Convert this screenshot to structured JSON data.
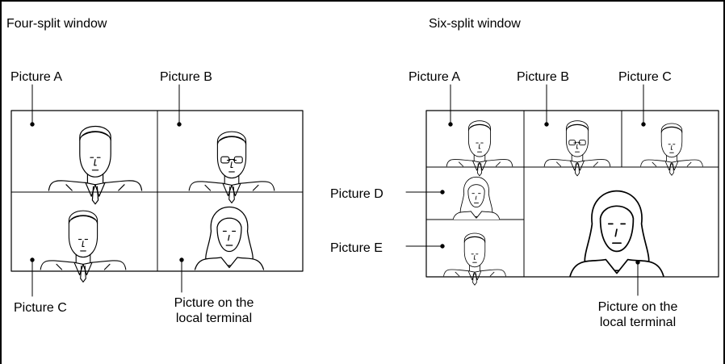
{
  "four_split": {
    "title": "Four-split window",
    "labels": {
      "a": "Picture A",
      "b": "Picture B",
      "c": "Picture C",
      "local_line1": "Picture on the",
      "local_line2": "local terminal"
    }
  },
  "six_split": {
    "title": "Six-split window",
    "labels": {
      "a": "Picture A",
      "b": "Picture B",
      "c": "Picture C",
      "d": "Picture D",
      "e": "Picture E",
      "local_line1": "Picture on the",
      "local_line2": "local terminal"
    }
  },
  "colors": {
    "line": "#000000",
    "background": "#ffffff"
  }
}
